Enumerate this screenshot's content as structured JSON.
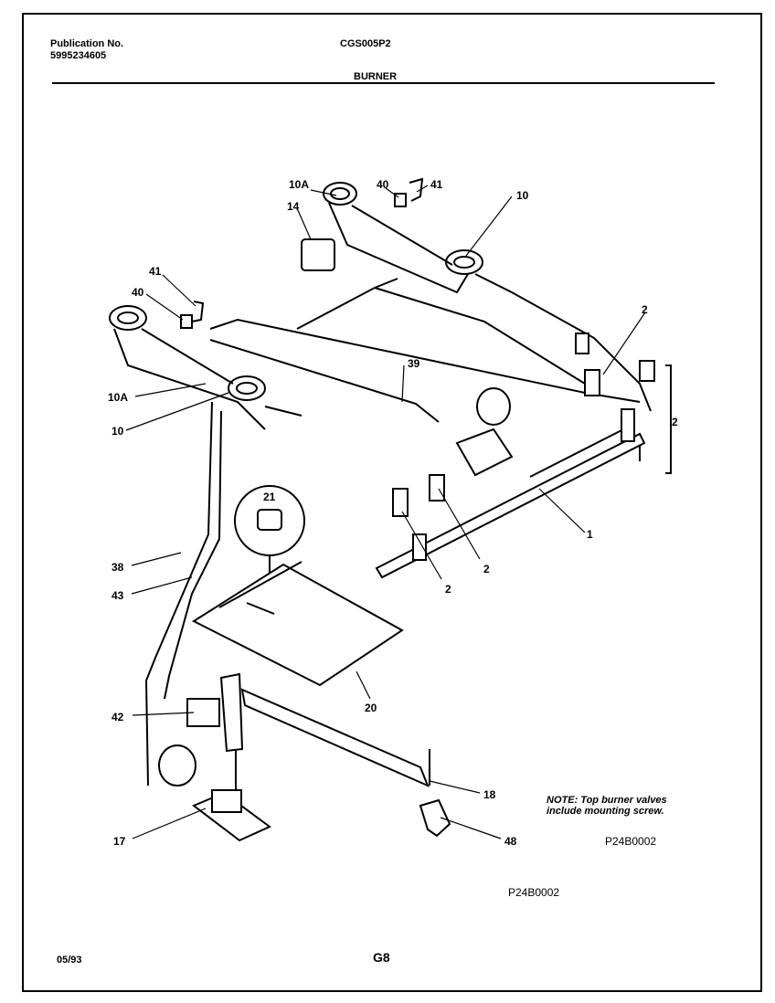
{
  "header": {
    "publication_label": "Publication No.",
    "publication_number": "5995234605",
    "model": "CGS005P2",
    "section": "BURNER"
  },
  "callouts": [
    "10A",
    "40",
    "41",
    "10",
    "14",
    "41",
    "40",
    "39",
    "2",
    "10A",
    "10",
    "2",
    "21",
    "1",
    "2",
    "2",
    "38",
    "43",
    "20",
    "42",
    "18",
    "17",
    "48"
  ],
  "note": {
    "line1": "NOTE: Top burner valves",
    "line2": "include mounting screw."
  },
  "figure_code": "P24B0002",
  "figure_code_bottom": "P24B0002",
  "footer": {
    "date": "05/93",
    "page": "G8"
  }
}
